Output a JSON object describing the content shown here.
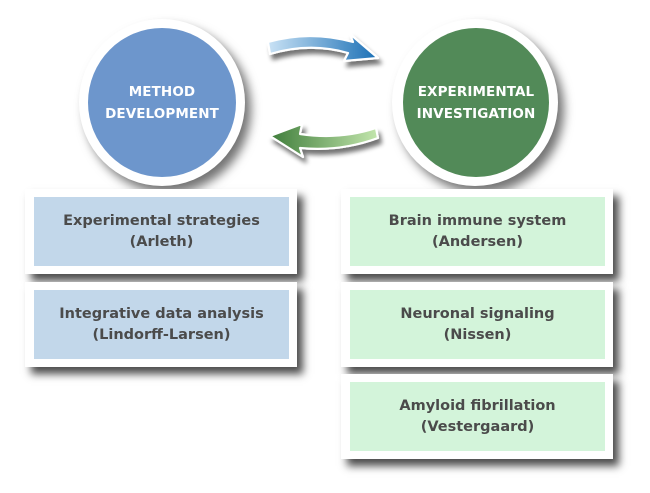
{
  "colors": {
    "method_circle": "#6d96cc",
    "experimental_circle": "#528a58",
    "method_box": "#c2d7ea",
    "experimental_box": "#d3f4da",
    "box_text": "#4b4b4b",
    "arrow_forward_start": "#c9e2f5",
    "arrow_forward_end": "#1a6fb5",
    "arrow_back_start": "#3f7d3b",
    "arrow_back_end": "#c3e6ad"
  },
  "method": {
    "title_line1": "METHOD",
    "title_line2": "DEVELOPMENT",
    "items": [
      {
        "title": "Experimental strategies",
        "person": "(Arleth)"
      },
      {
        "title": "Integrative data analysis",
        "person": "(Lindorff-Larsen)"
      }
    ]
  },
  "experimental": {
    "title_line1": "EXPERIMENTAL",
    "title_line2": "INVESTIGATION",
    "items": [
      {
        "title": "Brain immune system",
        "person": "(Andersen)"
      },
      {
        "title": "Neuronal signaling",
        "person": "(Nissen)"
      },
      {
        "title": "Amyloid fibrillation",
        "person": "(Vestergaard)"
      }
    ]
  },
  "arrows": {
    "forward_icon": "arrow-right-curved",
    "back_icon": "arrow-left-curved"
  }
}
